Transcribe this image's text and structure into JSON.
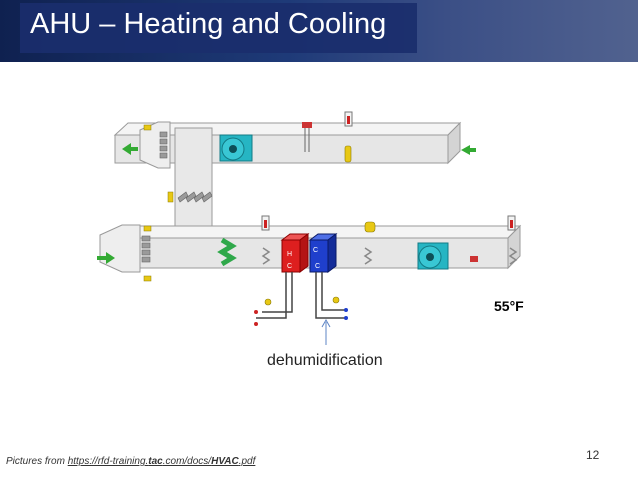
{
  "slide": {
    "title": "AHU – Heating and Cooling",
    "slide_number": "12"
  },
  "diagram": {
    "temperature_label": "55°F",
    "annotation": "dehumidification",
    "heating_coil_letters": [
      "H",
      "C"
    ],
    "cooling_coil_letters": [
      "C",
      "C"
    ],
    "colors": {
      "duct": "#e6e6e6",
      "heating_coil": "#dd1f1f",
      "cooling_coil": "#1f3fcc",
      "fan": "#26b5c3",
      "damper_green": "#2fa84a",
      "arrow_green": "#33aa33"
    }
  },
  "credit": {
    "prefix": "Pictures from",
    "url_start": "https://rfd-training.",
    "url_bold1": "tac",
    "url_mid": ".com/docs/",
    "url_bold2": "HVAC",
    "url_end": ".pdf"
  }
}
